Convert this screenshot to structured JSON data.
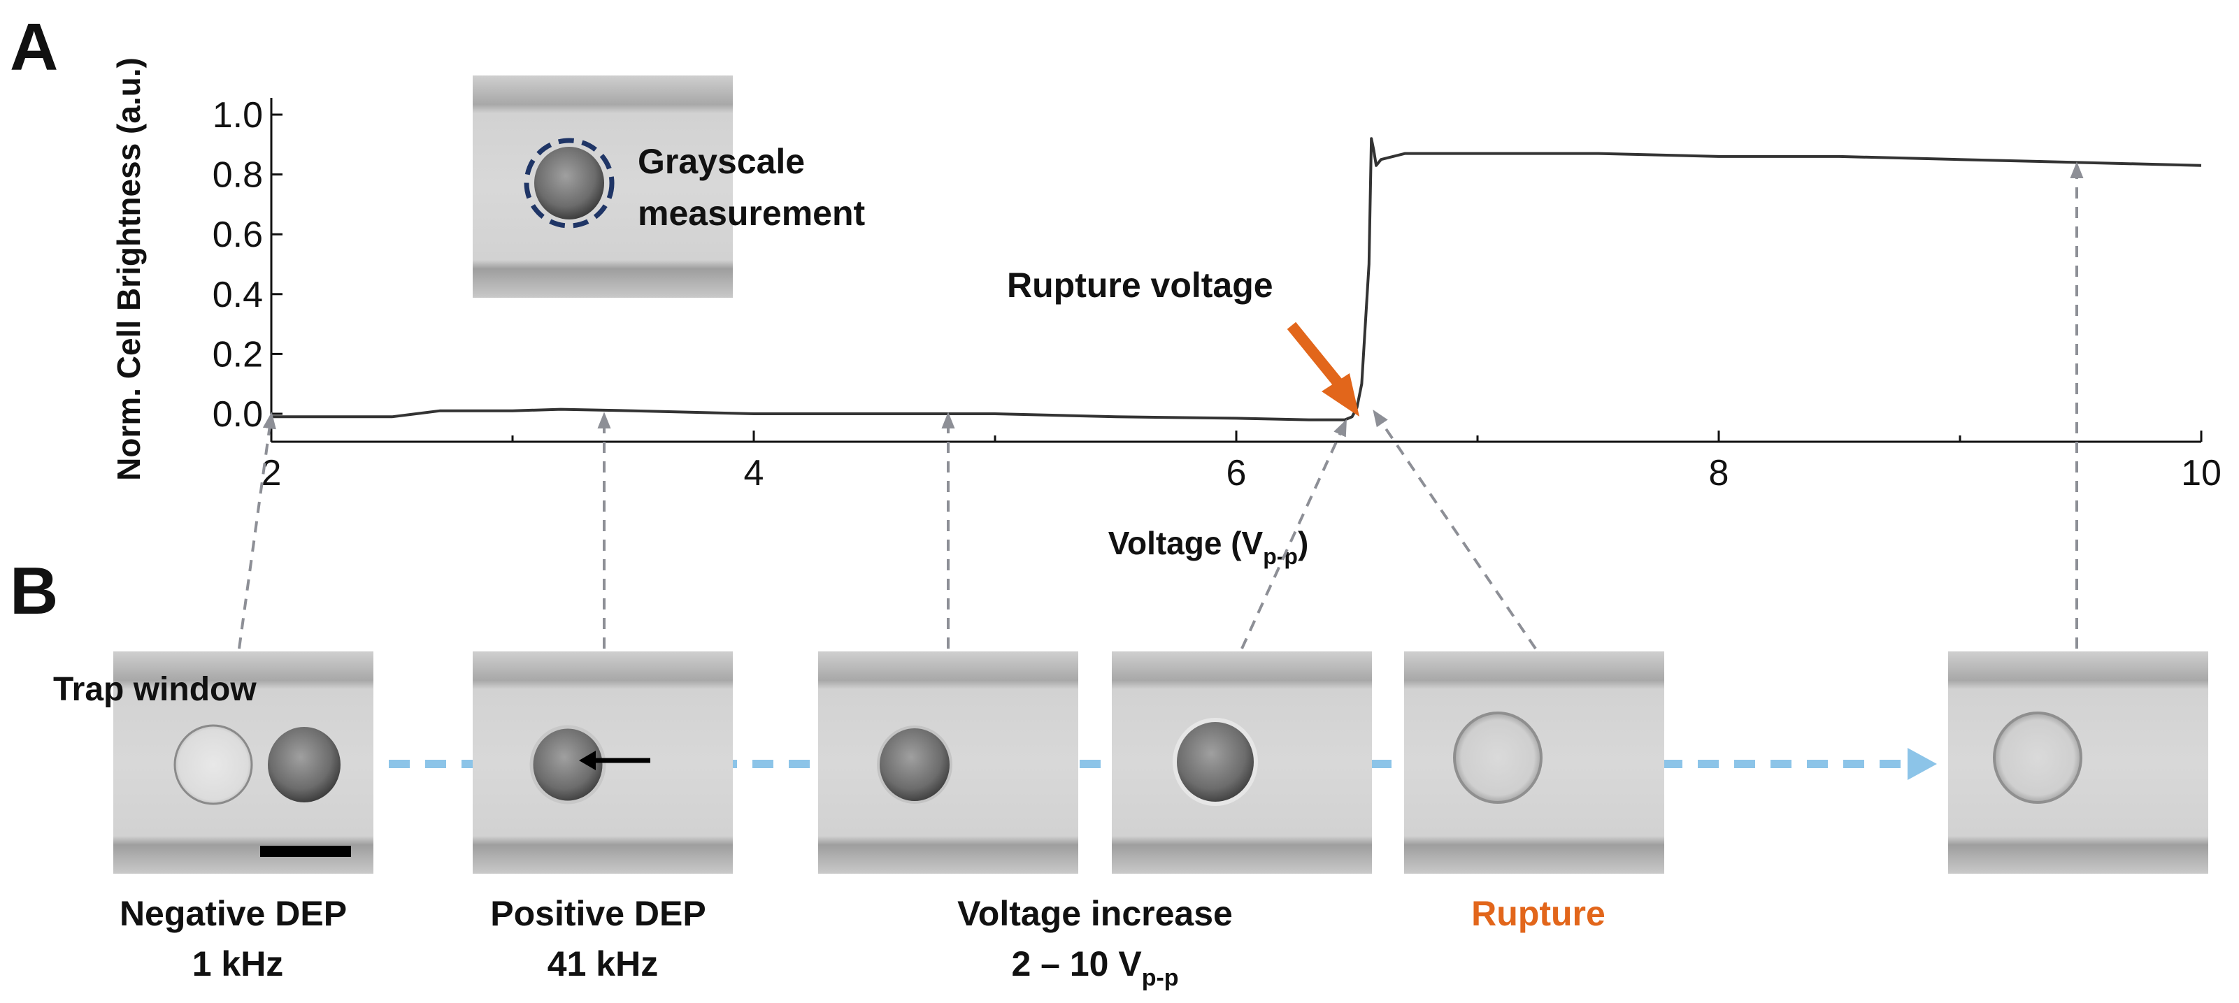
{
  "panels": {
    "a_label": "A",
    "b_label": "B"
  },
  "inset": {
    "label_line1": "Grayscale",
    "label_line2": "measurement"
  },
  "annotations": {
    "rupture_voltage": "Rupture voltage"
  },
  "chart_data": {
    "type": "line",
    "xlabel": "Voltage (V",
    "xlabel_sub": "p-p",
    "xlabel_close": ")",
    "ylabel": "Norm. Cell Brightness (a.u.)",
    "xlim": [
      2,
      10
    ],
    "ylim": [
      -0.1,
      1.0
    ],
    "x_ticks": [
      2,
      4,
      6,
      8,
      10
    ],
    "y_ticks": [
      "1.0",
      "0.8",
      "0.6",
      "0.4",
      "0.2",
      "0.0"
    ],
    "series": [
      {
        "x": [
          2.0,
          2.3,
          2.5,
          2.6,
          2.7,
          3.0,
          3.2,
          3.5,
          4.0,
          4.5,
          5.0,
          5.5,
          6.0,
          6.3,
          6.45,
          6.48,
          6.5,
          6.52,
          6.55,
          6.56,
          6.57,
          6.58,
          6.6,
          6.7,
          6.8,
          7.0,
          7.5,
          8.0,
          8.5,
          9.0,
          9.5,
          10.0
        ],
        "y": [
          -0.01,
          -0.01,
          -0.01,
          0.0,
          0.01,
          0.01,
          0.015,
          0.01,
          0.0,
          0.0,
          0.0,
          -0.01,
          -0.015,
          -0.02,
          -0.02,
          -0.01,
          0.02,
          0.1,
          0.5,
          0.92,
          0.88,
          0.83,
          0.85,
          0.87,
          0.87,
          0.87,
          0.87,
          0.86,
          0.86,
          0.85,
          0.84,
          0.83
        ]
      }
    ]
  },
  "steps": [
    {
      "title": "Negative DEP",
      "line2": "1 kHz",
      "top_label": "Trap window"
    },
    {
      "title": "Positive DEP",
      "line2": "41 kHz"
    },
    {
      "title": "Voltage increase",
      "line2_main": "2 – 10 V",
      "line2_sub": "p-p"
    },
    {
      "title": "Rupture"
    }
  ],
  "colors": {
    "accent_orange": "#e2661b",
    "flow_blue": "#8cc4e8",
    "guide_gray": "#8d8f96",
    "trace": "#333333",
    "circle_navy": "#1f3566"
  }
}
